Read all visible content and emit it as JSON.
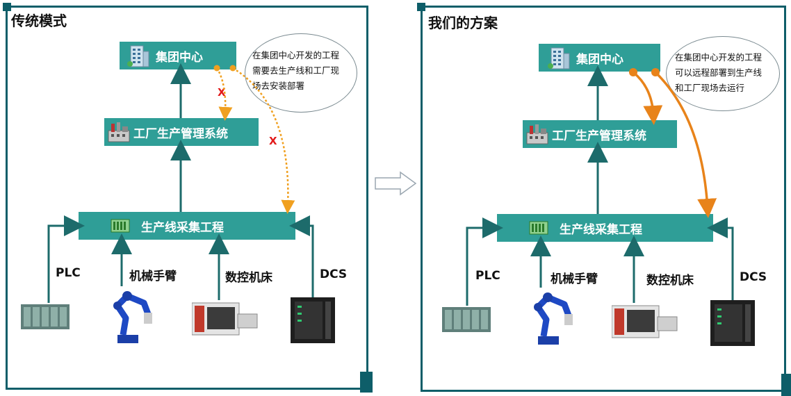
{
  "left": {
    "title": "传统模式",
    "group_center": "集团中心",
    "factory_system": "工厂生产管理系统",
    "line_collect": "生产线采集工程",
    "bubble_lines": [
      "在集团中心开发的工程",
      "需要去生产线和工厂现",
      "场去安装部署"
    ],
    "x_marks": [
      "X",
      "X"
    ],
    "devices": [
      "PLC",
      "机械手臂",
      "数控机床",
      "DCS"
    ]
  },
  "right": {
    "title": "我们的方案",
    "group_center": "集团中心",
    "factory_system": "工厂生产管理系统",
    "line_collect": "生产线采集工程",
    "bubble_lines": [
      "在集团中心开发的工程",
      "可以远程部署到生产线",
      "和工厂现场去运行"
    ],
    "devices": [
      "PLC",
      "机械手臂",
      "数控机床",
      "DCS"
    ]
  },
  "colors": {
    "frame": "#0e5e69",
    "box": "#2f9e97",
    "arrow": "#1d6b6b",
    "dotted_orange": "#f0a020",
    "solid_orange": "#e8831a",
    "cross": "#e21a1a"
  },
  "icons": [
    "building-icon",
    "factory-icon",
    "server-rack-icon",
    "plc-icon",
    "robot-arm-icon",
    "cnc-machine-icon",
    "dcs-cabinet-icon",
    "transition-arrow-icon"
  ]
}
